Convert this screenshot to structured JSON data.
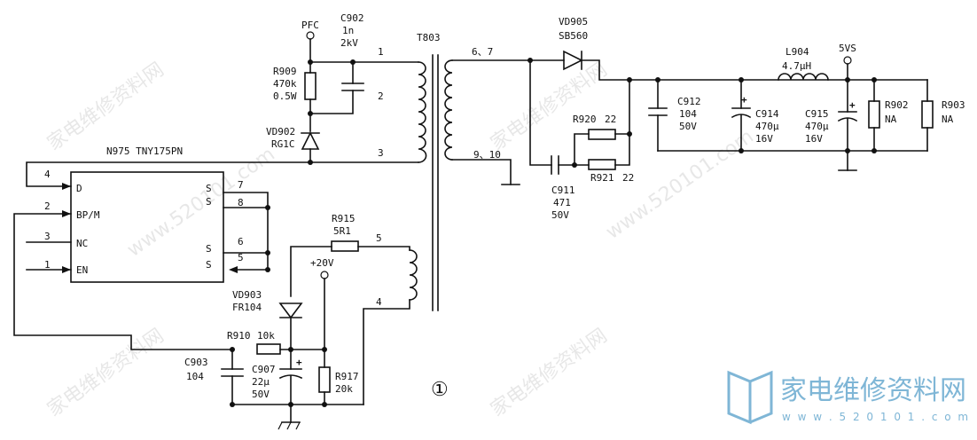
{
  "ic": {
    "name": "N975 TNY175PN",
    "pins": {
      "d": "D",
      "bpm": "BP/M",
      "nc": "NC",
      "en": "EN",
      "s7": "S",
      "s8": "S",
      "s6": "S",
      "s5": "S"
    },
    "pin_numbers": {
      "p4": "4",
      "p2": "2",
      "p3": "3",
      "p1": "1",
      "p7": "7",
      "p8": "8",
      "p6": "6",
      "p5": "5"
    }
  },
  "components": {
    "pfc": "PFC",
    "c902": [
      "C902",
      "1n",
      "2kV"
    ],
    "r909": [
      "R909",
      "470k",
      "0.5W"
    ],
    "vd902": [
      "VD902",
      "RG1C"
    ],
    "t803": "T803",
    "t803_pins": {
      "p1": "1",
      "p2": "2",
      "p3": "3",
      "p4": "4",
      "p5": "5",
      "p67": "6、7",
      "p910": "9、10"
    },
    "vd905": [
      "VD905",
      "SB560"
    ],
    "r920": [
      "R920",
      "22"
    ],
    "r921": [
      "R921",
      "22"
    ],
    "c911": [
      "C911",
      "471",
      "50V"
    ],
    "c912": [
      "C912",
      "104",
      "50V"
    ],
    "l904": [
      "L904",
      "4.7μH"
    ],
    "v5vs": "5VS",
    "c914": [
      "C914",
      "470μ",
      "16V"
    ],
    "c915": [
      "C915",
      "470μ",
      "16V"
    ],
    "r902": [
      "R902",
      "NA"
    ],
    "r903": [
      "R903",
      "NA"
    ],
    "r915": [
      "R915",
      "5R1"
    ],
    "v20": "+20V",
    "vd903": [
      "VD903",
      "FR104"
    ],
    "r910": [
      "R910",
      "10k"
    ],
    "c903": [
      "C903",
      "104"
    ],
    "c907": [
      "C907",
      "22μ",
      "50V"
    ],
    "r917": [
      "R917",
      "20k"
    ]
  },
  "figure_number": "①",
  "watermark": {
    "text": "家电维修资料网",
    "url": "www.520101.com"
  },
  "logo": {
    "text": "家电维修资料网",
    "url": "w w w . 5 2 0 1 0 1 . c o m"
  }
}
